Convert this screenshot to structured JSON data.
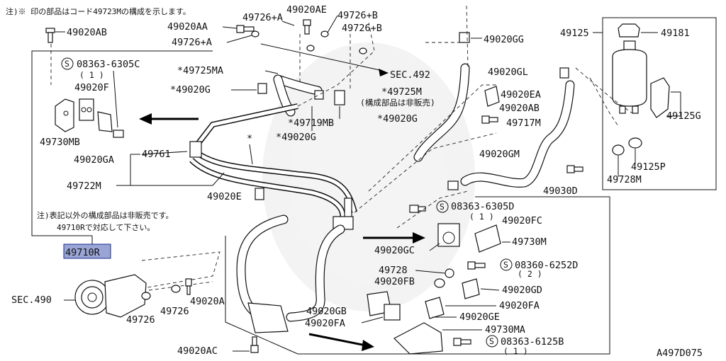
{
  "note_top": "注)※ 印の部品はコード49723Mの構成を示します。",
  "note_mid_1": "注)表記以外の構成部品は非販売です。",
  "note_mid_2": "49710Rで対応して下さい。",
  "non_sale_note": "(構成部品は非販売)",
  "figure_id": "A497D075",
  "highlight_color": "#9aa5d6",
  "assembly_part": "49710R",
  "labels": {
    "p49020AB_top": "49020AB",
    "p08363_6305C": "08363-6305C",
    "p08363_6305C_qty": "( 1 )",
    "p49020F": "49020F",
    "p49730MB": "49730MB",
    "p49020GA": "49020GA",
    "p49761": "49761",
    "p49722M": "49722M",
    "p49020AA": "49020AA",
    "p49726A_1": "49726+A",
    "p49726A_2": "49726+A",
    "p49020AE": "49020AE",
    "p49726B_1": "49726+B",
    "p49726B_2": "49726+B",
    "p49725MA": "*49725MA",
    "p49020G_1": "*49020G",
    "p49020G_2": "*49020G",
    "p49020G_3": "*49020G",
    "p49719MB": "*49719MB",
    "p49725M": "*49725M",
    "sec492": "SEC.492",
    "p49020GG": "49020GG",
    "p49020GL": "49020GL",
    "p49020EA": "49020EA",
    "p49020AB_mid": "49020AB",
    "p49717M": "49717M",
    "p49020GM": "49020GM",
    "p49030D": "49030D",
    "p49125": "49125",
    "p49181": "49181",
    "p49125G": "49125G",
    "p49125P": "49125P",
    "p49728M": "49728M",
    "p49020E": "49020E",
    "star": "*",
    "p08363_6305D": "08363-6305D",
    "p08363_6305D_qty": "( 1 )",
    "p49020FC": "49020FC",
    "p49730M": "49730M",
    "p49020GC": "49020GC",
    "p49728": "49728",
    "p08360_6252D": "08360-6252D",
    "p08360_6252D_qty": "( 2 )",
    "p49020FB": "49020FB",
    "p49020GD": "49020GD",
    "sec490": "SEC.490",
    "p49726_a": "49726",
    "p49726_b": "49726",
    "p49020A": "49020A",
    "p49020GB": "49020GB",
    "p49020FA_1": "49020FA",
    "p49020FA_2": "49020FA",
    "p49020GE": "49020GE",
    "p49730MA": "49730MA",
    "p08363_6125B": "08363-6125B",
    "p08363_6125B_qty": "( 1 )",
    "p49020AC": "49020AC"
  }
}
